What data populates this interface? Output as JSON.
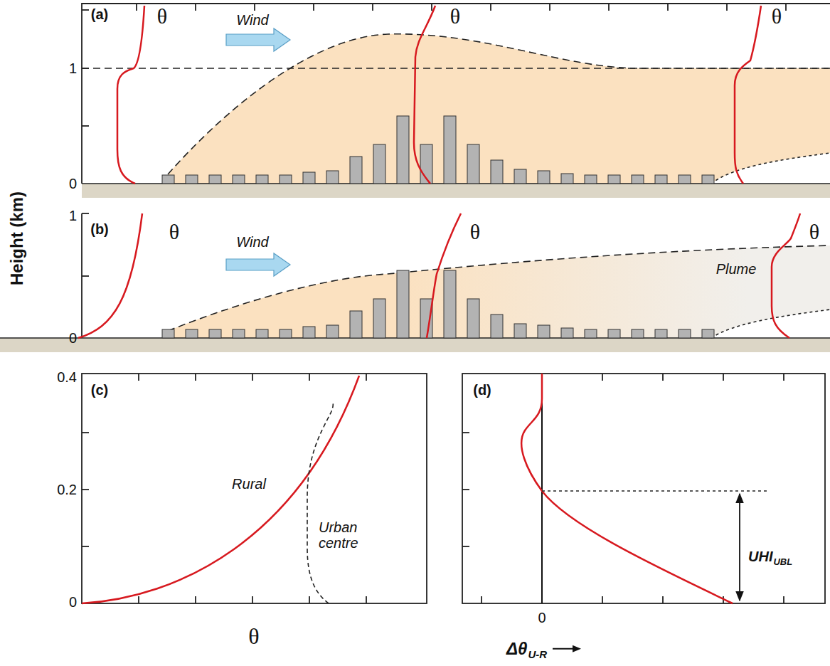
{
  "diagram": {
    "labels": [
      "(a)",
      "θ",
      "Wind",
      "θ",
      "θ",
      "1",
      "0",
      "(b)",
      "θ",
      "Wind",
      "θ",
      "θ",
      "Plume",
      "1",
      "0",
      "Height (km)",
      "(c)",
      "0.4",
      "0.2",
      "0",
      "Rural",
      "Urban centre",
      "θ",
      "(d)",
      "0",
      "UHI",
      "UBL",
      "Δθ",
      "U-R"
    ]
  }
}
